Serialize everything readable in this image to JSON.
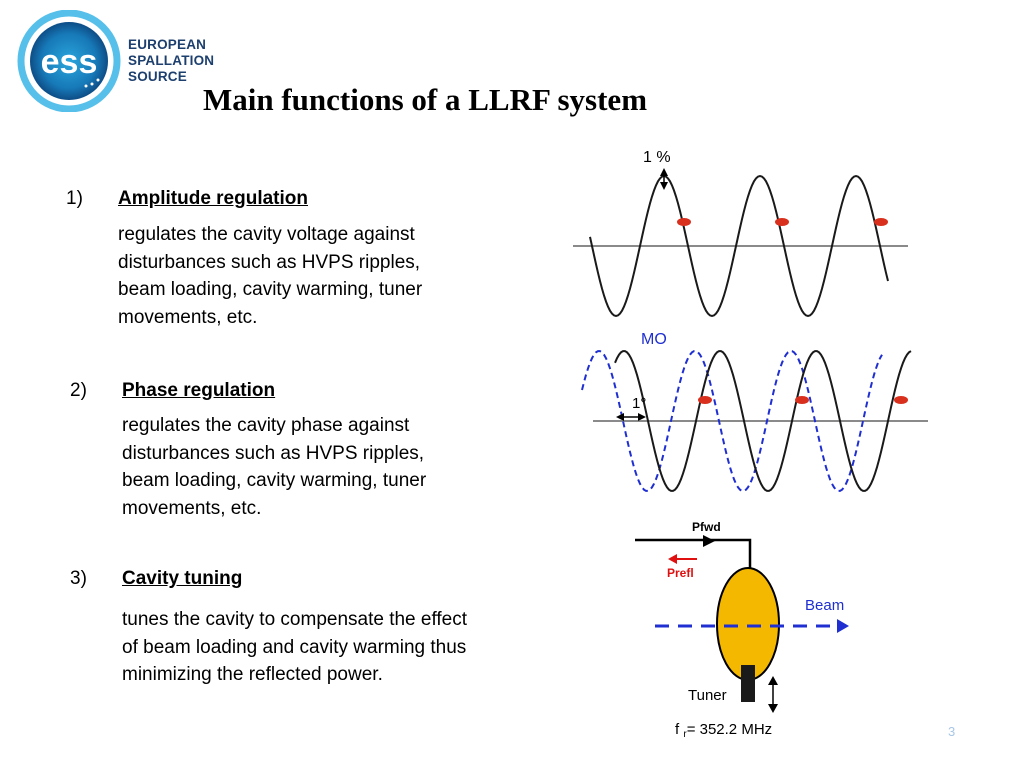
{
  "logo": {
    "mark": "ess",
    "words": [
      "EUROPEAN",
      "SPALLATION",
      "SOURCE"
    ]
  },
  "title": "Main functions of a LLRF system",
  "sections": [
    {
      "number": "1)",
      "heading": "Amplitude regulation",
      "lines": [
        "regulates the cavity voltage against",
        "disturbances such as HVPS ripples,",
        "beam loading, cavity warming, tuner",
        "movements, etc."
      ]
    },
    {
      "number": "2)",
      "heading": "Phase regulation",
      "lines": [
        "regulates the cavity phase against",
        "disturbances such as HVPS ripples,",
        "beam loading, cavity warming, tuner",
        "movements, etc."
      ]
    },
    {
      "number": "3)",
      "heading": "Cavity tuning",
      "lines": [
        "tunes the cavity to compensate the effect",
        "of beam loading and cavity warming thus",
        "minimizing the reflected power."
      ]
    }
  ],
  "figures": {
    "amplitude": {
      "label": "1 %"
    },
    "phase": {
      "mo_label": "MO",
      "angle_label": "1°"
    },
    "cavity": {
      "pfwd": "Pfwd",
      "prefl": "Prefl",
      "beam": "Beam",
      "tuner": "Tuner",
      "freq_prefix": "f ",
      "freq_sub": "r",
      "freq_value": "= 352.2 MHz"
    }
  },
  "page_number": "3",
  "colors": {
    "logo_blue": "#1d3f6e",
    "logo_cyan": "#27a9e1",
    "marker_red": "#d9301e",
    "mo_blue": "#1f2fd1",
    "cavity_yellow": "#f5b800",
    "prefl_red": "#e01010",
    "page_number": "#a8c6e8"
  }
}
